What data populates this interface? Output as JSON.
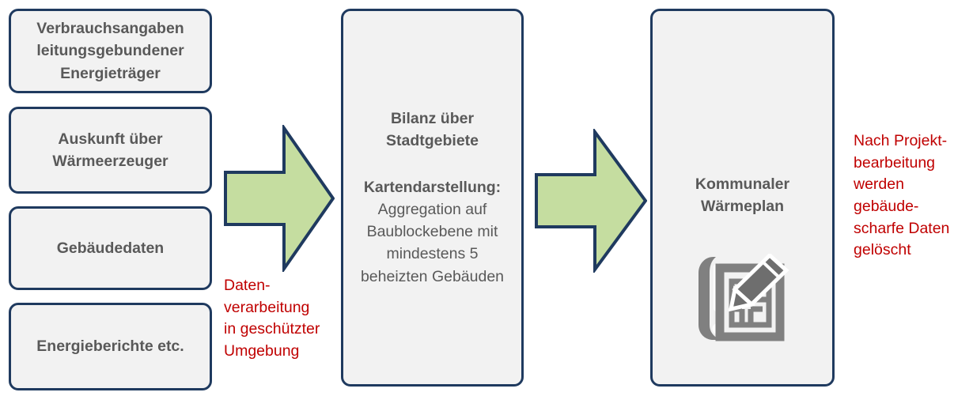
{
  "diagram": {
    "title": "Datenverarbeitung kommunale Waermeplanung",
    "colors": {
      "box_border": "#1F3A5F",
      "box_fill": "#F2F2F2",
      "box_text": "#595959",
      "arrow_fill": "#C5DDA0",
      "arrow_border": "#1F3A5F",
      "note_text": "#C00000",
      "icon": "#808080",
      "background": "#FFFFFF"
    }
  },
  "sources": {
    "items": [
      {
        "label": "Verbrauchsangaben\nleitungsgebundener\nEnergieträger"
      },
      {
        "label": "Auskunft über\nWärmeerzeuger"
      },
      {
        "label": "Gebäudedaten"
      },
      {
        "label": "Energieberichte etc."
      }
    ]
  },
  "arrows": [
    {
      "name": "arrow-sources-to-processing",
      "direction": "right"
    },
    {
      "name": "arrow-processing-to-plan",
      "direction": "right"
    }
  ],
  "processing": {
    "heading": "Bilanz über\nStadtgebiete",
    "sub_title": "Kartendarstellung:",
    "body": "Aggregation auf\nBaublockebene mit\nmindestens 5\nbeheizten Gebäuden"
  },
  "plan": {
    "title": "Kommunaler\nWärmeplan",
    "icon_name": "blueprint-pencil-icon"
  },
  "notes": {
    "processing_environment": "Daten-\nverarbeitung\nin geschützter\nUmgebung",
    "data_deletion": "Nach Projekt-\nbearbeitung\nwerden\ngebäude-\nscharfe Daten\ngelöscht"
  }
}
